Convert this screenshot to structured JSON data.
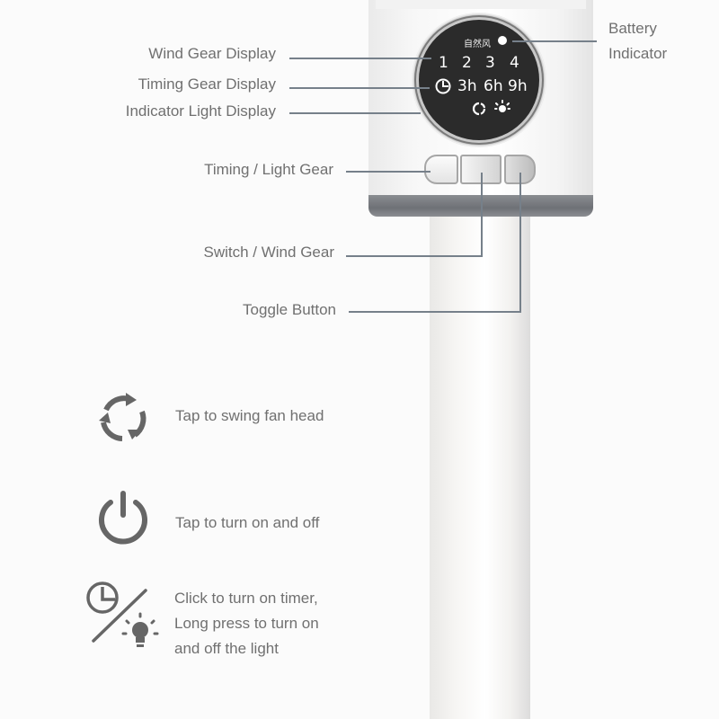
{
  "device": {
    "dial": {
      "natural_wind_label": "自然风",
      "wind_gears": [
        "1",
        "2",
        "3",
        "4"
      ],
      "timer_options": [
        "3h",
        "6h",
        "9h"
      ],
      "icons": [
        "timer-icon",
        "swing-icon",
        "light-icon"
      ]
    }
  },
  "callouts": {
    "wind_gear_display": "Wind Gear Display",
    "timing_gear_display": "Timing Gear Display",
    "indicator_light_display": "Indicator Light Display",
    "timing_light_gear": "Timing / Light Gear",
    "switch_wind_gear": "Switch /  Wind Gear",
    "toggle_button": "Toggle Button",
    "battery_indicator_line1": "Battery",
    "battery_indicator_line2": "Indicator"
  },
  "legend": [
    {
      "icon": "swing-icon",
      "text": "Tap to swing fan head"
    },
    {
      "icon": "power-icon",
      "text": "Tap to turn on and off"
    },
    {
      "icon": "timer-light-icon",
      "lines": [
        "Click to turn on timer,",
        "Long press to turn on",
        "and off the light"
      ]
    }
  ],
  "colors": {
    "text": "#707070",
    "leader_line": "#76808a",
    "dial_bg": "#2b2b2b",
    "icon": "#666666"
  }
}
